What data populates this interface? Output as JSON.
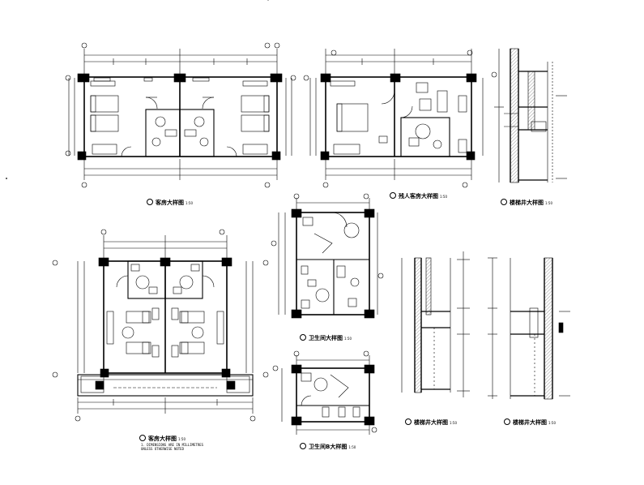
{
  "sheet": {
    "title_blocks": [
      {
        "id": "A",
        "label": "客房大样图",
        "scale": "1:50"
      },
      {
        "id": "B",
        "label": "残人客房大样图",
        "scale": "1:50"
      },
      {
        "id": "C",
        "label": "楼梯井大样图",
        "scale": "1:50"
      },
      {
        "id": "D",
        "label": "卫生间大样图",
        "scale": "1:50"
      },
      {
        "id": "E",
        "label": "客房大样图",
        "scale": "1:50"
      },
      {
        "id": "F",
        "label": "卫生间B大样图",
        "scale": "1:50"
      },
      {
        "id": "G",
        "label": "楼梯井大样图",
        "scale": "1:50"
      },
      {
        "id": "H",
        "label": "楼梯井大样图",
        "scale": "1:50"
      }
    ],
    "note_lines": [
      "1. DIMENSIONS ARE IN MILLIMETRES",
      "UNLESS OTHERWISE NOTED"
    ],
    "colors": {
      "line": "#000000",
      "paper": "#ffffff",
      "hatch": "#555555"
    }
  }
}
